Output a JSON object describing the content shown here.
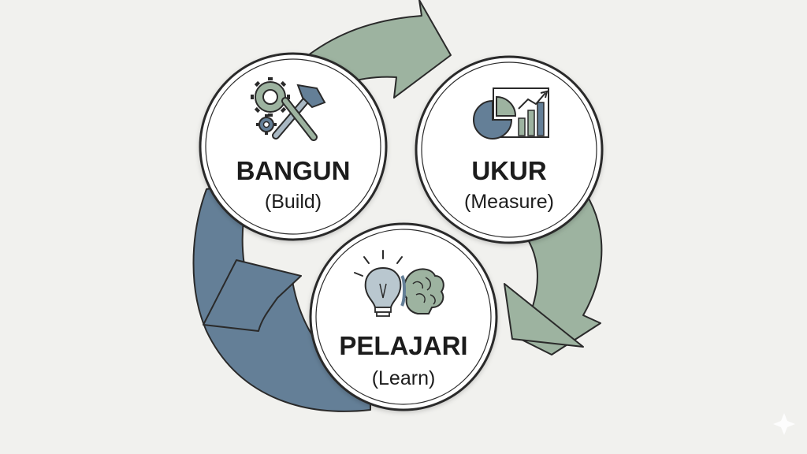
{
  "diagram": {
    "type": "cycle",
    "colors": {
      "background": "#f1f1ee",
      "arrow_green": "#9db3a0",
      "arrow_blue": "#647f97",
      "outline": "#2a2a2a",
      "icon_blue": "#5f7a92",
      "icon_green": "#8fa795"
    },
    "nodes": [
      {
        "title": "BANGUN",
        "subtitle": "(Build)",
        "icon": "gears-hammer-wrench-icon"
      },
      {
        "title": "UKUR",
        "subtitle": "(Measure)",
        "icon": "pie-bar-chart-icon"
      },
      {
        "title": "PELAJARI",
        "subtitle": "(Learn)",
        "icon": "lightbulb-brain-icon"
      }
    ],
    "arrows": [
      {
        "from": "BANGUN",
        "to": "UKUR",
        "color": "green"
      },
      {
        "from": "UKUR",
        "to": "PELAJARI",
        "color": "green"
      },
      {
        "from": "PELAJARI",
        "to": "BANGUN",
        "color": "blue"
      }
    ]
  }
}
